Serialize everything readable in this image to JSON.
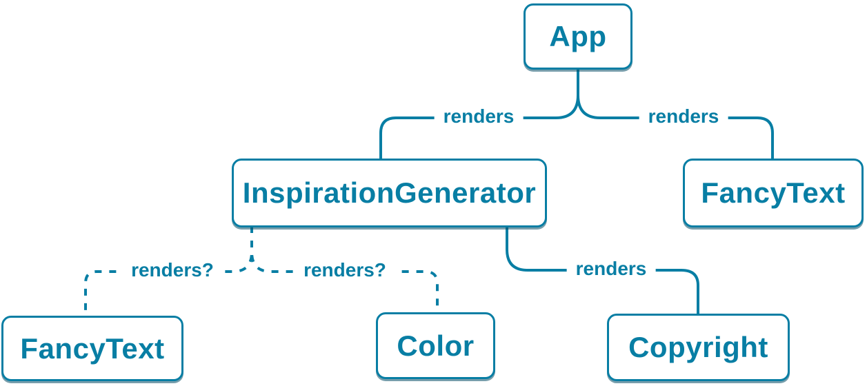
{
  "diagram": {
    "type": "component-tree",
    "colors": {
      "accent": "#087ea4",
      "node_fill": "#ffffff",
      "shadow": "rgba(7,78,104,0.55)",
      "background": "#ffffff"
    },
    "nodes": [
      {
        "id": "app",
        "label": "App"
      },
      {
        "id": "inspiration-generator",
        "label": "InspirationGenerator"
      },
      {
        "id": "fancy-text-top",
        "label": "FancyText"
      },
      {
        "id": "fancy-text-bottom",
        "label": "FancyText"
      },
      {
        "id": "color",
        "label": "Color"
      },
      {
        "id": "copyright",
        "label": "Copyright"
      }
    ],
    "edges": [
      {
        "from": "App",
        "to": "InspirationGenerator",
        "label": "renders",
        "style": "solid"
      },
      {
        "from": "App",
        "to": "FancyText",
        "label": "renders",
        "style": "solid"
      },
      {
        "from": "InspirationGenerator",
        "to": "FancyText",
        "label": "renders?",
        "style": "dashed"
      },
      {
        "from": "InspirationGenerator",
        "to": "Color",
        "label": "renders?",
        "style": "dashed"
      },
      {
        "from": "InspirationGenerator",
        "to": "Copyright",
        "label": "renders",
        "style": "solid"
      }
    ]
  }
}
